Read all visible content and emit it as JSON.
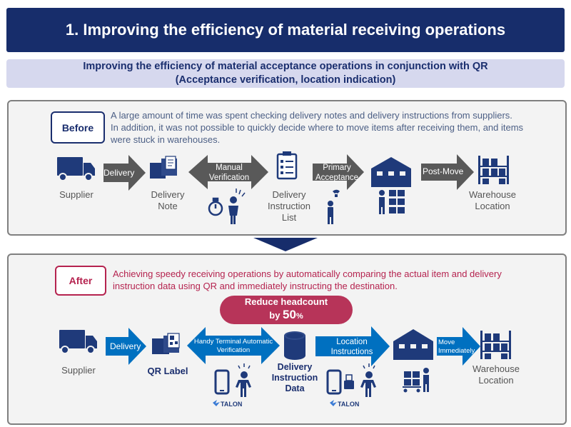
{
  "title": "1. Improving the efficiency of material receiving operations",
  "subtitle": {
    "line1": "Improving the efficiency of material acceptance operations in conjunction with QR",
    "line2": "(Acceptance verification, location indication)"
  },
  "before": {
    "tag": "Before",
    "description": [
      "A large amount of time was spent checking delivery notes and delivery instructions from suppliers.",
      "In addition, it was not possible to quickly decide where to move items after receiving them, and items",
      "were stuck in warehouses."
    ],
    "nodes": {
      "supplier": "Supplier",
      "delivery_note": [
        "Delivery",
        "Note"
      ],
      "instruction_list": [
        "Delivery",
        "Instruction",
        "List"
      ],
      "warehouse_location": [
        "Warehouse",
        "Location"
      ]
    },
    "arrows": {
      "delivery": "Delivery",
      "manual_verification": [
        "Manual",
        "Verification"
      ],
      "primary_acceptance": [
        "Primary",
        "Acceptance"
      ],
      "post_move": "Post-Move"
    }
  },
  "after": {
    "tag": "After",
    "description": [
      "Achieving speedy receiving operations by automatically comparing the actual item and delivery",
      "instruction data using QR and immediately instructing the destination."
    ],
    "badge": {
      "line1": "Reduce headcount",
      "prefix": "by ",
      "value": "50",
      "unit": "%"
    },
    "nodes": {
      "supplier": "Supplier",
      "qr_label": "QR Label",
      "instruction_data": [
        "Delivery",
        "Instruction",
        "Data"
      ],
      "warehouse_location": [
        "Warehouse",
        "Location"
      ]
    },
    "arrows": {
      "delivery": "Delivery",
      "handy_terminal": [
        "Handy Terminal Automatic",
        "Verification"
      ],
      "location_instructions": [
        "Location",
        "Instructions"
      ],
      "move_immediately": [
        "Move",
        "Immediately"
      ]
    },
    "brand": "TALON"
  },
  "colors": {
    "navy": "#172d6b",
    "icon_navy": "#1f3a7a",
    "grey_arrow": "#595959",
    "blue_arrow": "#0070c0",
    "after_red": "#b5234f",
    "badge": "#b73459"
  }
}
